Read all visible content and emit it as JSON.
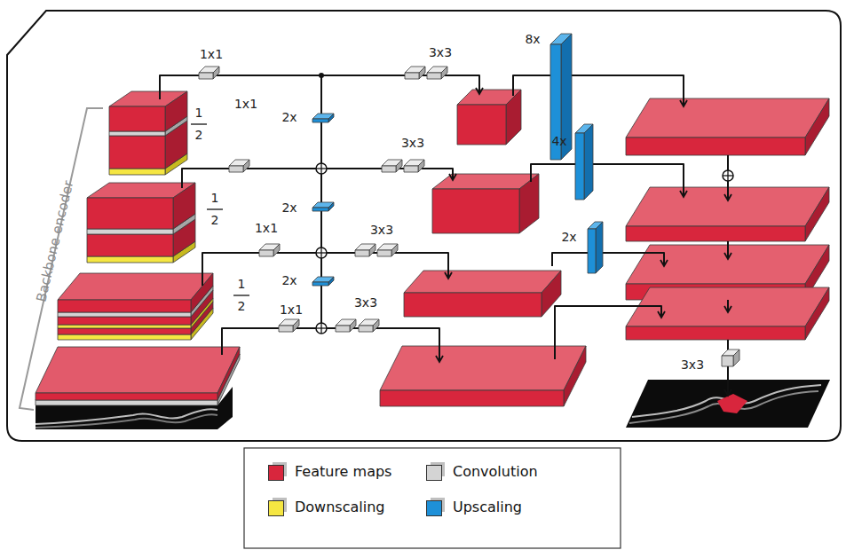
{
  "diagram": {
    "labels": [
      "1x1",
      "3x3",
      "8x",
      "1",
      "2",
      "2x",
      "1x1",
      "3x3",
      "4x",
      "1",
      "2",
      "2x",
      "1x1",
      "3x3",
      "2x",
      "1",
      "2",
      "2x",
      "1x1",
      "3x3",
      "3x3",
      "Backbone encoder"
    ],
    "legend": [
      {
        "text": "Feature maps",
        "color": "#d8263d"
      },
      {
        "text": "Convolution",
        "color": "#d4d4d4"
      },
      {
        "text": "Downscaling",
        "color": "#f5e642"
      },
      {
        "text": "Upscaling",
        "color": "#1e90d8"
      }
    ]
  }
}
